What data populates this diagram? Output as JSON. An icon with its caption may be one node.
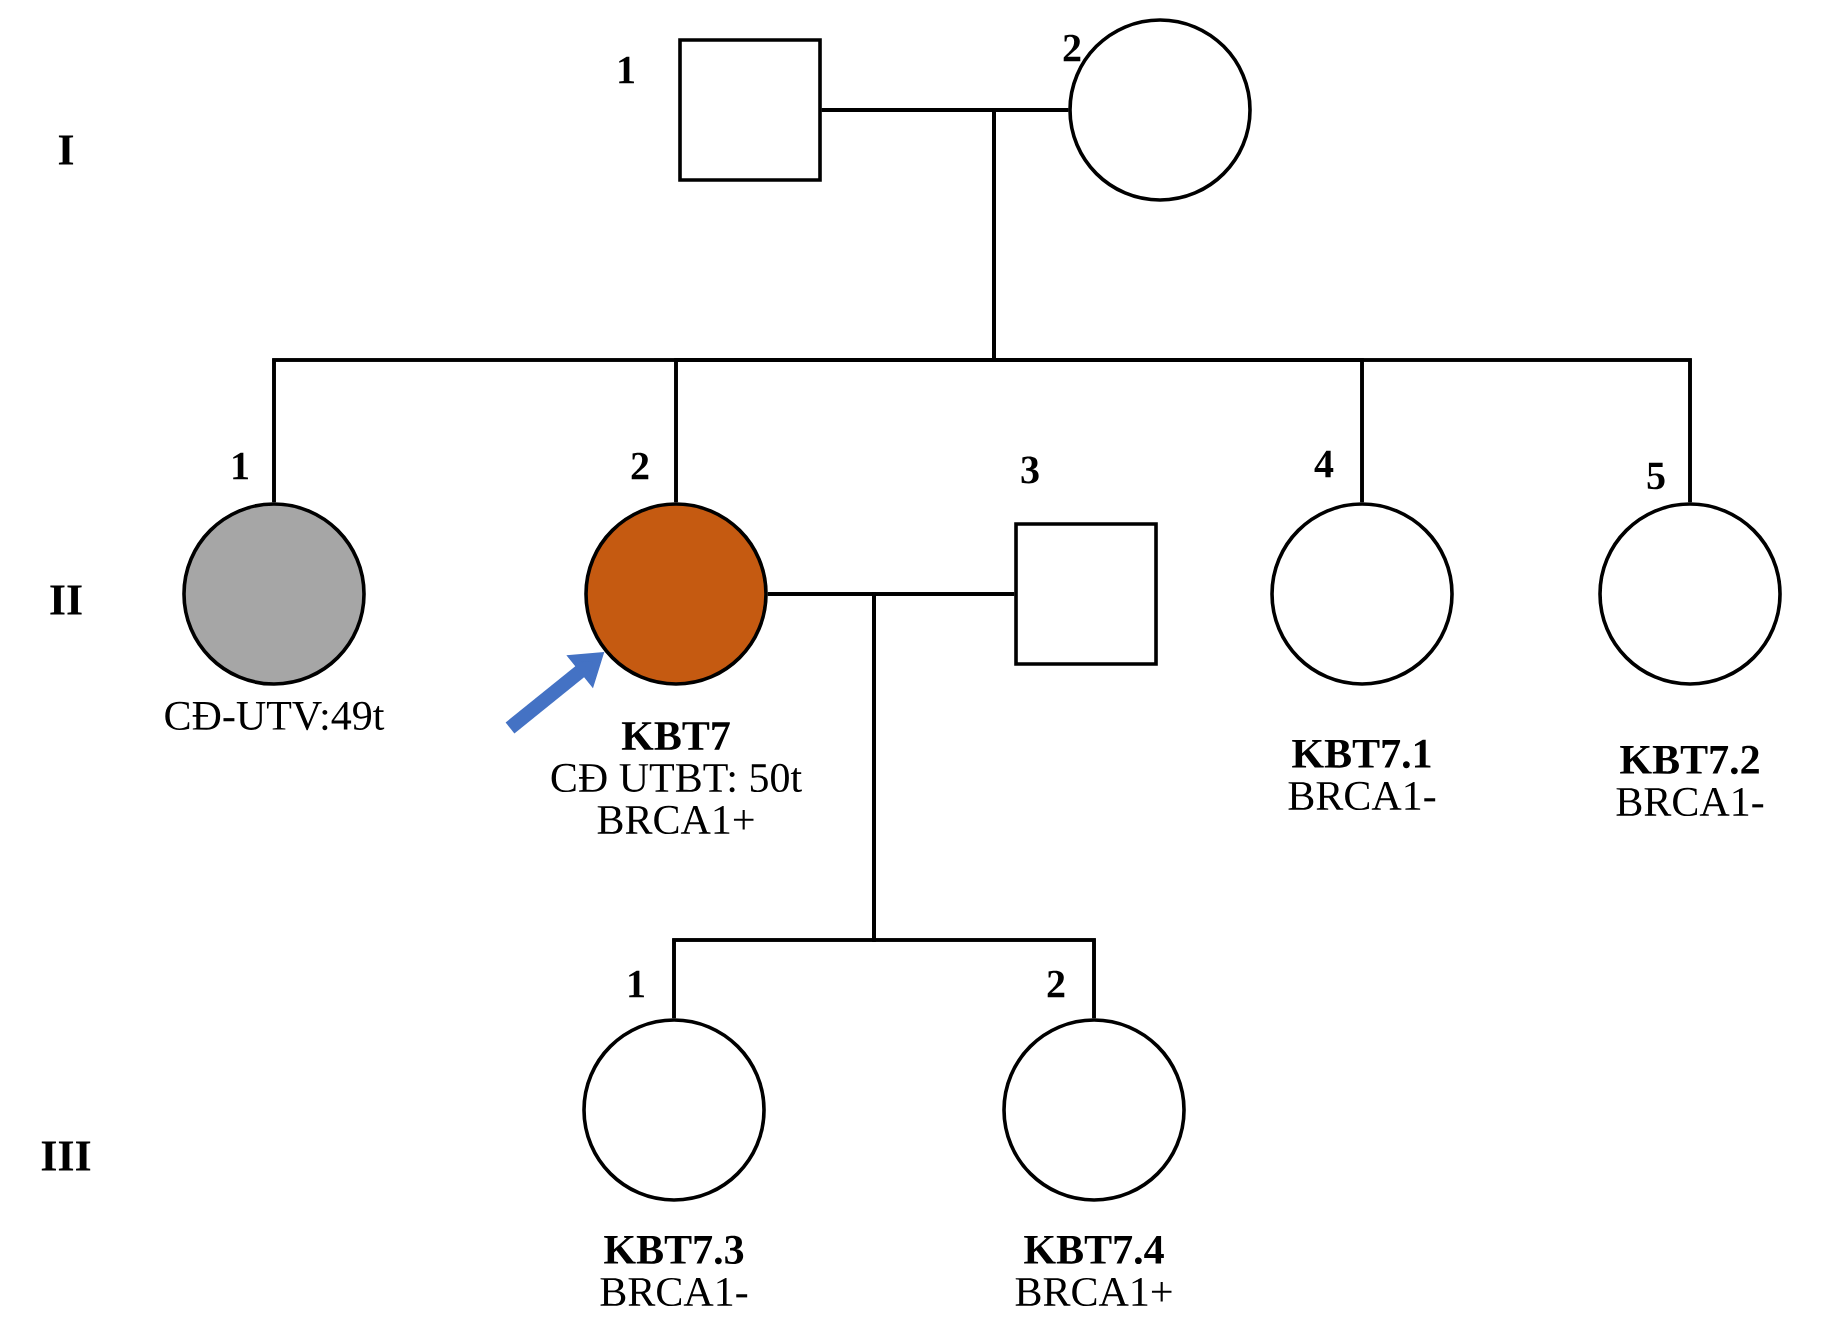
{
  "diagram": {
    "nodes": [
      {
        "text": [],
        "shape": "box",
        "beside": [
          "1"
        ]
      },
      {
        "text": [],
        "shape": "circle",
        "beside": [
          "2"
        ]
      },
      {
        "text": [],
        "shape": "circle",
        "beside": [
          "1",
          "CĐ-UTV:49t"
        ]
      },
      {
        "text": [],
        "shape": "circle",
        "beside": [
          "2",
          "KBT7",
          "CĐ UTBT: 50t",
          "BRCA1+"
        ]
      },
      {
        "text": [],
        "shape": "box",
        "beside": [
          "3"
        ]
      },
      {
        "text": [],
        "shape": "circle",
        "beside": [
          "4",
          "KBT7.1",
          "BRCA1-"
        ]
      },
      {
        "text": [],
        "shape": "circle",
        "beside": [
          "5",
          "KBT7.2",
          "BRCA1-"
        ]
      },
      {
        "text": [],
        "shape": "circle",
        "beside": [
          "1",
          "KBT7.3",
          "BRCA1-"
        ]
      },
      {
        "text": [],
        "shape": "circle",
        "beside": [
          "2",
          "KBT7.4",
          "BRCA1+"
        ]
      }
    ],
    "edges": [
      {
        "from": 0,
        "to": 1,
        "arrow": "none"
      },
      {
        "from": 0,
        "to": 2,
        "arrow": "none"
      },
      {
        "from": 0,
        "to": 3,
        "arrow": "none"
      },
      {
        "from": 0,
        "to": 5,
        "arrow": "none"
      },
      {
        "from": 0,
        "to": 6,
        "arrow": "none"
      },
      {
        "from": 1,
        "to": 2,
        "arrow": "none"
      },
      {
        "from": 1,
        "to": 3,
        "arrow": "none"
      },
      {
        "from": 1,
        "to": 5,
        "arrow": "none"
      },
      {
        "from": 1,
        "to": 6,
        "arrow": "none"
      },
      {
        "from": 3,
        "to": 4,
        "arrow": "none"
      },
      {
        "from": 3,
        "to": 7,
        "arrow": "none"
      },
      {
        "from": 3,
        "to": 8,
        "arrow": "none"
      },
      {
        "from": 4,
        "to": 7,
        "arrow": "none"
      },
      {
        "from": 4,
        "to": 8,
        "arrow": "none"
      },
      {
        "from": null,
        "to": 3,
        "arrow": "to",
        "style": "thick",
        "color": "#4472c4"
      }
    ],
    "labels": [
      "I",
      "II",
      "III"
    ]
  }
}
